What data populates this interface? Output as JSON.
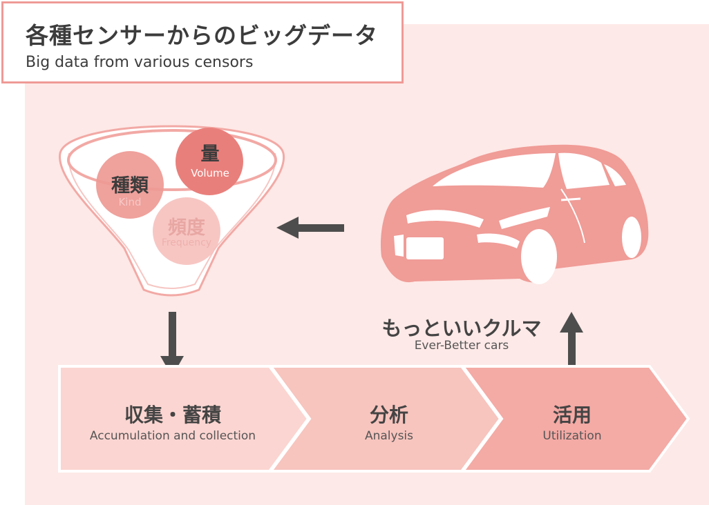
{
  "title": {
    "jp": "各種センサーからのビッグデータ",
    "en": "Big data from various censors"
  },
  "bubbles": [
    {
      "jp": "量",
      "en": "Volume"
    },
    {
      "jp": "種類",
      "en": "Kind"
    },
    {
      "jp": "頻度",
      "en": "Frequency"
    }
  ],
  "car_caption": {
    "jp": "もっといいクルマ",
    "en": "Ever-Better cars"
  },
  "steps": [
    {
      "jp": "収集・蓄積",
      "en": "Accumulation and collection"
    },
    {
      "jp": "分析",
      "en": "Analysis"
    },
    {
      "jp": "活用",
      "en": "Utilization"
    }
  ],
  "colors": {
    "accent": "#ef9a96",
    "bubble_dark": "#e97f7b",
    "car": "#f09c97",
    "panel": "#fde9e7",
    "arrow": "#4d4d4d"
  }
}
